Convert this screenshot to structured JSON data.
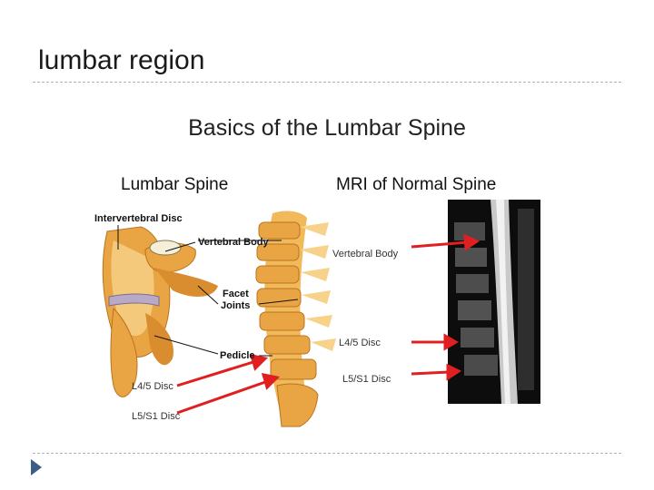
{
  "slide": {
    "title": "lumbar region"
  },
  "figure": {
    "title": "Basics of the Lumbar Spine",
    "left_heading": "Lumbar Spine",
    "right_heading": "MRI of Normal Spine",
    "labels": {
      "intervertebral_disc": "Intervertebral Disc",
      "vertebral_body": "Vertebral Body",
      "facet": "Facet",
      "joints": "Joints",
      "pedicle": "Pedicle",
      "l45_left": "L4/5 Disc",
      "l5s1_left": "L5/S1 Disc",
      "vertebral_body_mri": "Vertebral Body",
      "l45_mri": "L4/5 Disc",
      "l5s1_mri": "L5/S1 Disc"
    }
  },
  "colors": {
    "bone": "#e9a543",
    "bone_light": "#f7d28a",
    "arrow": "#e02020",
    "rule": "#a9b4c0",
    "bullet": "#3b5e86"
  }
}
